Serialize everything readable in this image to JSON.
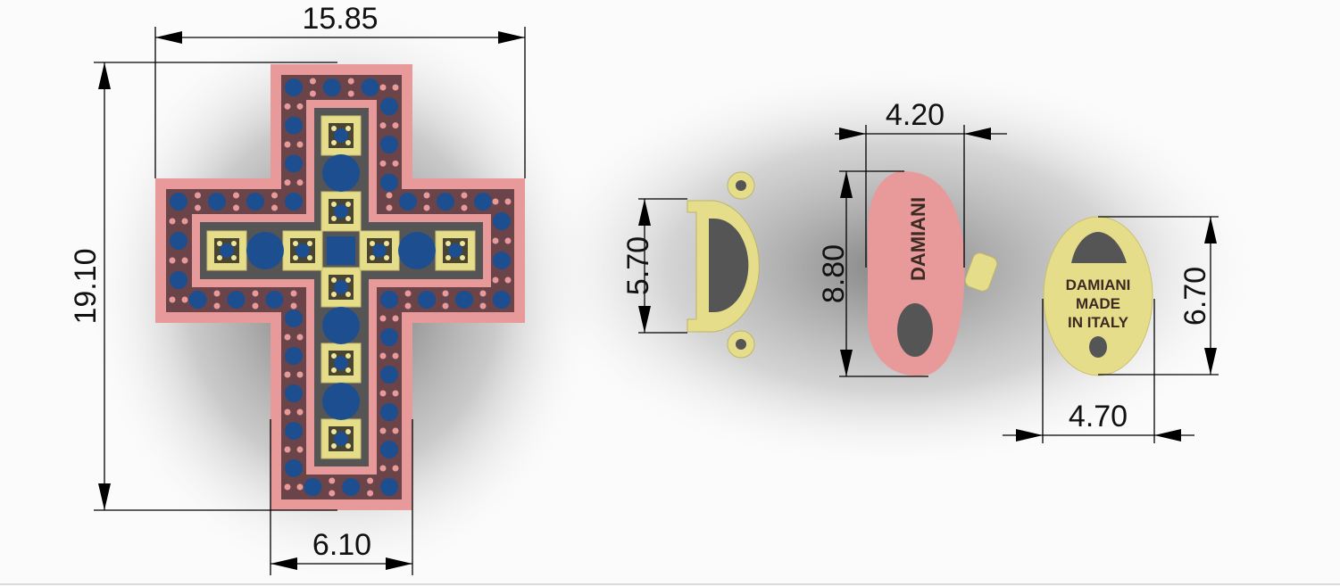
{
  "dimensions": {
    "cross_width": "15.85",
    "cross_height": "19.10",
    "cross_stem_width": "6.10",
    "connector_height": "5.70",
    "clasp_height": "8.80",
    "clasp_width": "4.20",
    "tag_height": "6.70",
    "tag_width": "4.70"
  },
  "engravings": {
    "clasp": "DAMIANI",
    "tag_line1": "DAMIANI",
    "tag_line2": "MADE",
    "tag_line3": "IN ITALY"
  },
  "colors": {
    "rose_gold": "#e89a9a",
    "yellow_gold": "#e6dd8a",
    "sapphire": "#1d4e8f",
    "channel": "#555555"
  }
}
